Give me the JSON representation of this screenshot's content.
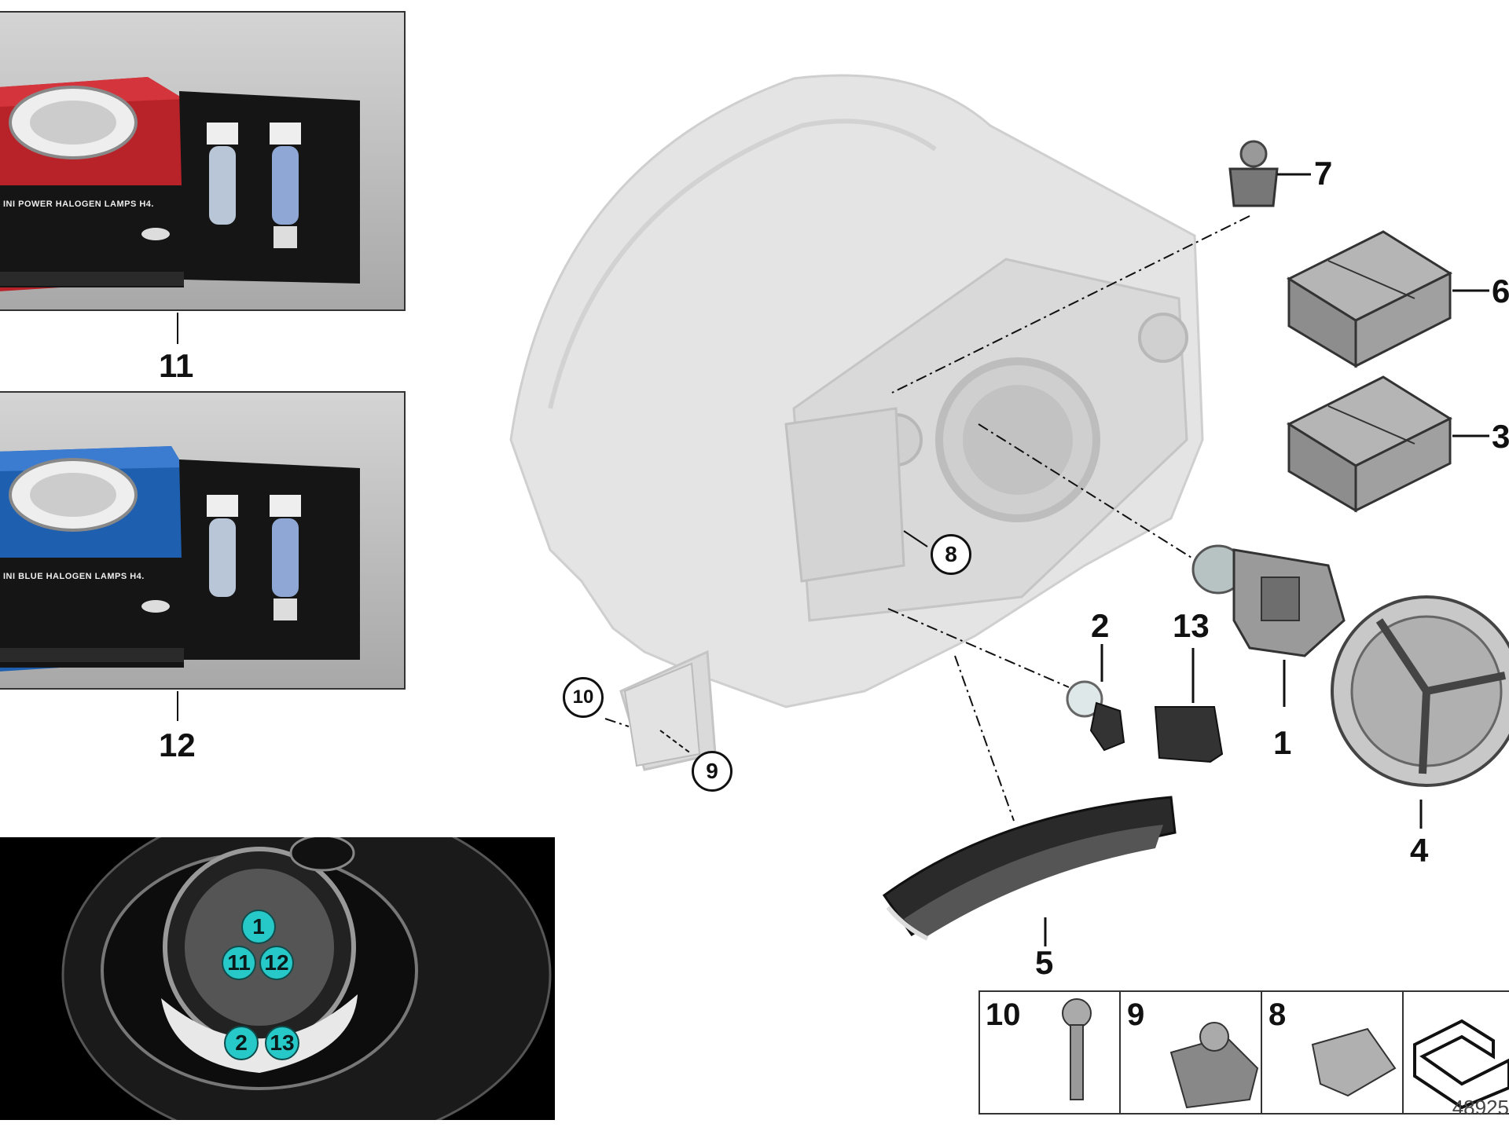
{
  "callouts": {
    "part_1": "1",
    "part_2": "2",
    "part_3": "3",
    "part_4": "4",
    "part_5": "5",
    "part_6": "6",
    "part_7": "7",
    "part_8": "8",
    "part_9": "9",
    "part_10": "10",
    "part_11": "11",
    "part_12": "12",
    "part_13": "13"
  },
  "packages": {
    "power_halogen": "INI POWER HALOGEN LAMPS H4.",
    "blue_halogen": "INI BLUE HALOGEN LAMPS H4."
  },
  "location_view": {
    "markers": [
      "1",
      "11",
      "12",
      "2",
      "13"
    ]
  },
  "small_parts_kit": {
    "cells": [
      "10",
      "9",
      "8"
    ]
  },
  "diagram_number": "48925",
  "colors": {
    "marker_cyan": "#27c8c8",
    "package_red": "#b8232a",
    "package_blue": "#1f5fb0",
    "inset_gray": "#c9c9c9"
  }
}
